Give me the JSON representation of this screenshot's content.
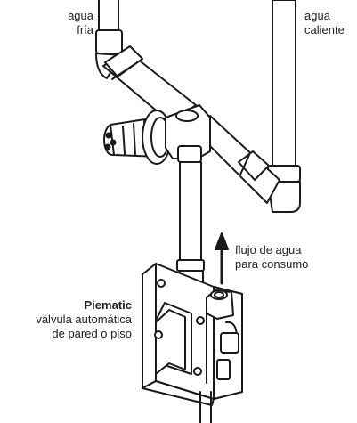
{
  "labels": {
    "cold_water": [
      "agua",
      "fría"
    ],
    "hot_water": [
      "agua",
      "caliente"
    ],
    "flow": [
      "flujo de agua",
      "para consumo"
    ],
    "product_name": "Piematic",
    "product_desc": [
      "válvula automática",
      "de pared o piso"
    ]
  },
  "colors": {
    "stroke": "#1a1a1a",
    "fill": "#ffffff",
    "text": "#222222"
  }
}
